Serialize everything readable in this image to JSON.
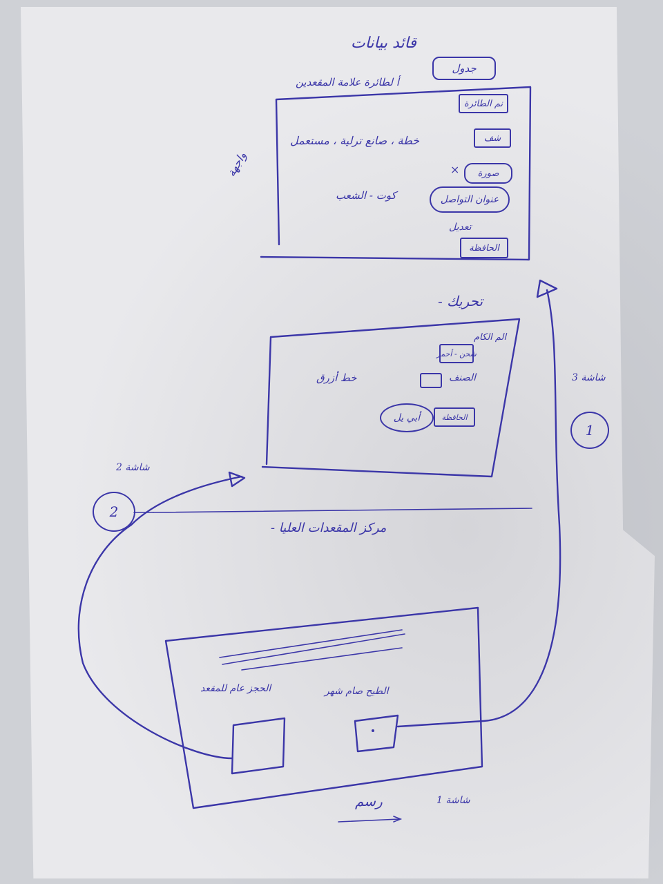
{
  "screen1": {
    "title": "قائد بيانات",
    "subtitle_prefix": "جدول",
    "subtitle_rest": "أ لطائرة علامة المقعدين",
    "side_label": "واجهة",
    "btn_top": "نم الطائرة",
    "row1_btn": "شف",
    "row1_text": "خطة ، صانع ترلية ، مستعمل",
    "row2_btn": "صورة",
    "row2_mark": "×",
    "row3_pill": "عنوان التواصل",
    "row3_text": "كوت - الشعب",
    "row4_text": "تعديل",
    "save_btn": "الحافظة"
  },
  "screen2": {
    "title": "تحريك -",
    "row1_label": "الم الكام",
    "row1_box": "شحن - أحمر",
    "row2_label": "الصنف",
    "row2_text": "خط أزرق",
    "save_btn": "الحافظة",
    "pill": "أبي يل",
    "side_label": "شاشة 3",
    "side_number": "1"
  },
  "screen3": {
    "left_label": "شاشة 2",
    "left_number": "2",
    "title": "مركز المقعدات العليا -",
    "btn_left_label": "الحجز عام للمقعد",
    "btn_right_label": "الطيح صام شهر",
    "bottom_label": "شاشة 1",
    "signature": "رسم"
  }
}
